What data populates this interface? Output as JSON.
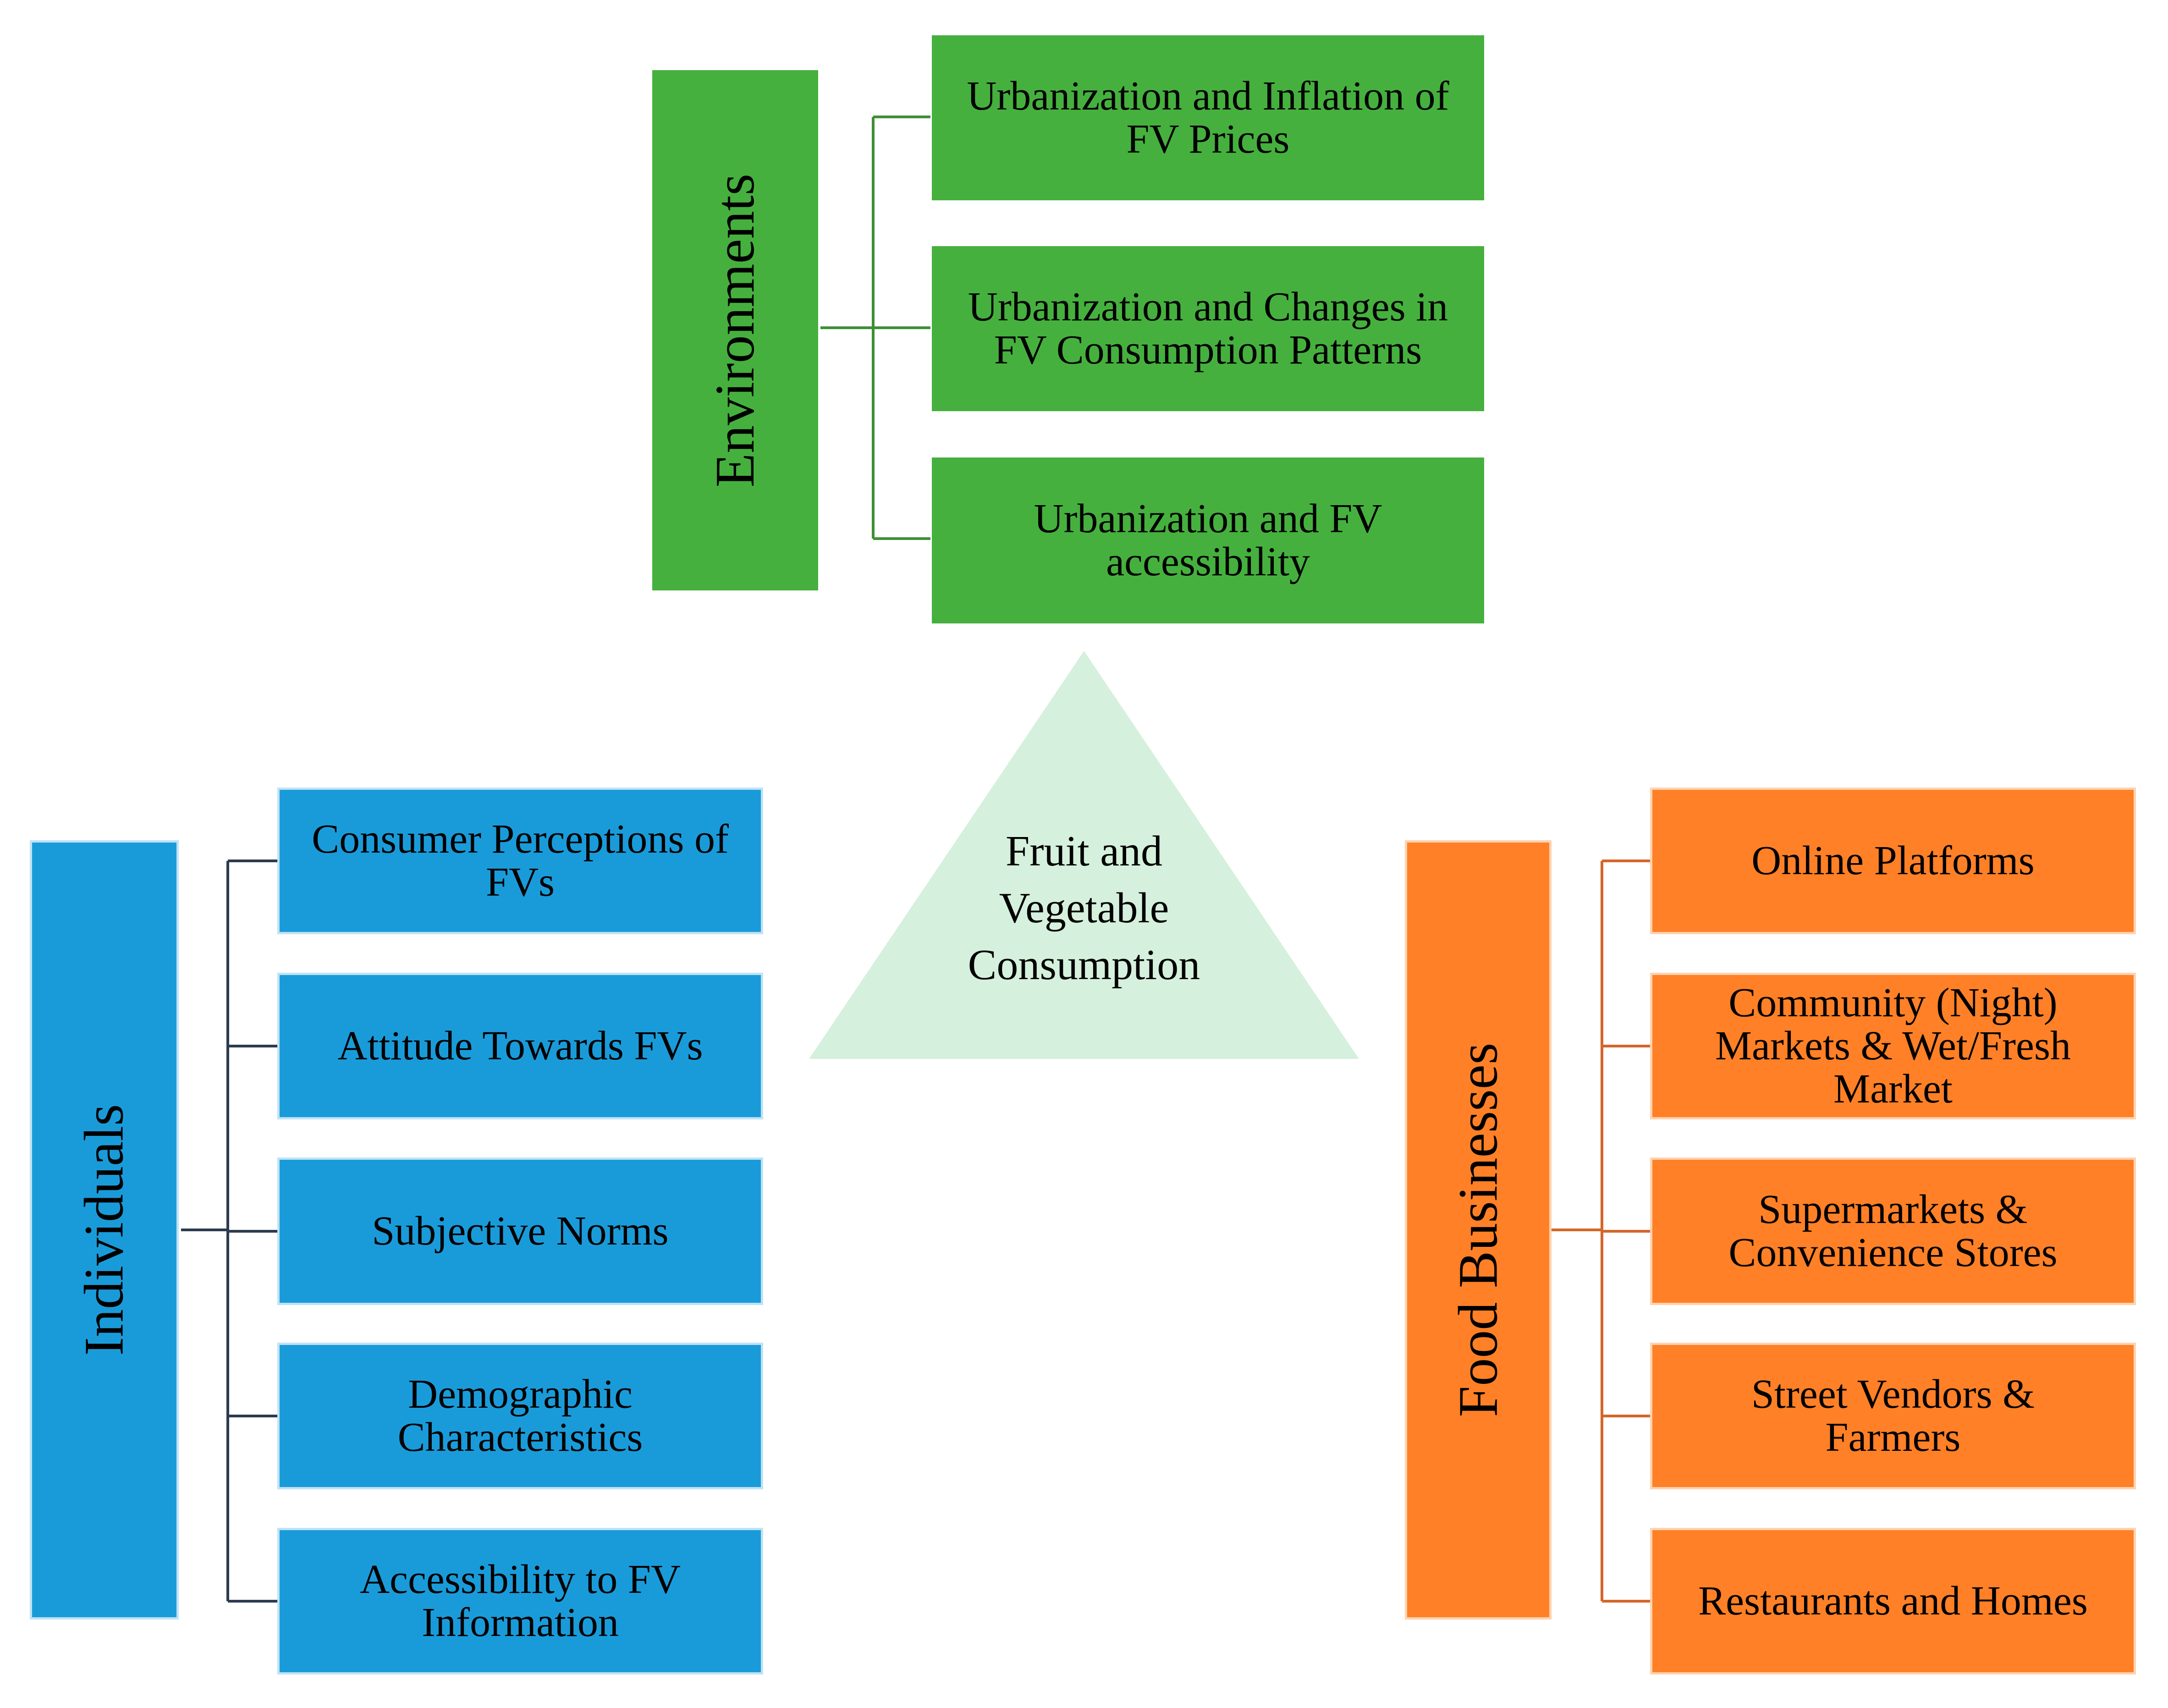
{
  "center": {
    "label": "Fruit and\nVegetable\nConsumption",
    "color": "#d5f0dc"
  },
  "environments": {
    "label": "Environments",
    "color": "#46b03e",
    "connector_color": "#3f8f37",
    "items": [
      "Urbanization and Inflation of\nFV Prices",
      "Urbanization and Changes in\nFV Consumption Patterns",
      "Urbanization and FV\naccessibility"
    ]
  },
  "individuals": {
    "label": "Individuals",
    "color": "#1a9bd9",
    "connector_color": "#2d3b4e",
    "items": [
      "Consumer Perceptions of\nFVs",
      "Attitude Towards FVs",
      "Subjective Norms",
      "Demographic\nCharacteristics",
      "Accessibility to FV\nInformation"
    ]
  },
  "food_businesses": {
    "label": "Food Businesses",
    "color": "#ff8026",
    "connector_color": "#d4662a",
    "items": [
      "Online Platforms",
      "Community (Night)\nMarkets & Wet/Fresh\nMarket",
      "Supermarkets &\nConvenience Stores",
      "Street Vendors &\nFarmers",
      "Restaurants and Homes"
    ]
  }
}
